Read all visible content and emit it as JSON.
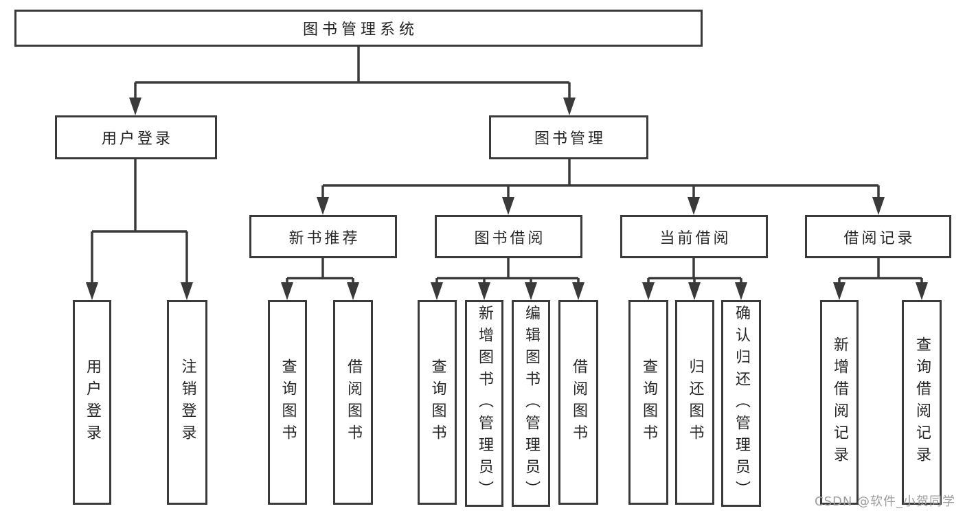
{
  "diagram": {
    "root": {
      "label": "图书管理系统"
    },
    "branches": [
      {
        "label": "用户登录"
      },
      {
        "label": "图书管理"
      }
    ],
    "modules": [
      {
        "label": "新书推荐"
      },
      {
        "label": "图书借阅"
      },
      {
        "label": "当前借阅"
      },
      {
        "label": "借阅记录"
      }
    ],
    "leaves": [
      {
        "label": "用户登录"
      },
      {
        "label": "注销登录"
      },
      {
        "label": "查询图书"
      },
      {
        "label": "借阅图书"
      },
      {
        "label": "查询图书"
      },
      {
        "label": "新增图书（管理员）"
      },
      {
        "label": "编辑图书（管理员）"
      },
      {
        "label": "借阅图书"
      },
      {
        "label": "查询图书"
      },
      {
        "label": "归还图书"
      },
      {
        "label": "确认归还（管理员）"
      },
      {
        "label": "新增借阅记录"
      },
      {
        "label": "查询借阅记录"
      }
    ]
  },
  "watermark": {
    "text": "CSDN @软件_小贺同学"
  },
  "colors": {
    "line": "#3a3a3a",
    "text": "#262626",
    "watermark": "#9d9d9d",
    "background": "#ffffff"
  }
}
